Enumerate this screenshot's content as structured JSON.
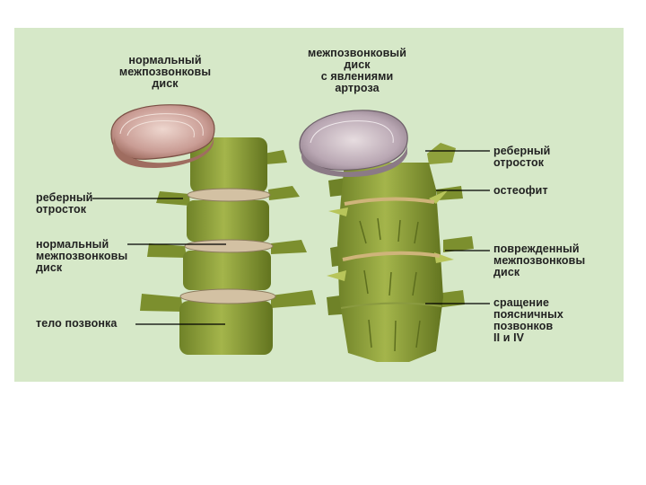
{
  "labels": {
    "normal_disc_top": "нормальный\nмежпозвонковы\nдиск",
    "arthrosis_disc": "межпозвонковый\nдиск\nс явлениями\nартроза",
    "rib_process_left": "реберный\nотросток",
    "normal_disc_left": "нормальный\nмежпозвонковы\nдиск",
    "vertebral_body": "тело позвонка",
    "rib_process_right": "реберный\nотросток",
    "osteophyte": "остеофит",
    "damaged_disc": "поврежденный\nмежпозвонковы\nдиск",
    "fusion": "сращение\nпоясничных\nпозвонков\nII  и  IV"
  },
  "colors": {
    "panel": "#d6e8c8",
    "bone": "#8fa13c",
    "bone_dark": "#5d6e1e",
    "disc": "#cdb79a",
    "disc_top": "#d7b9b4"
  }
}
